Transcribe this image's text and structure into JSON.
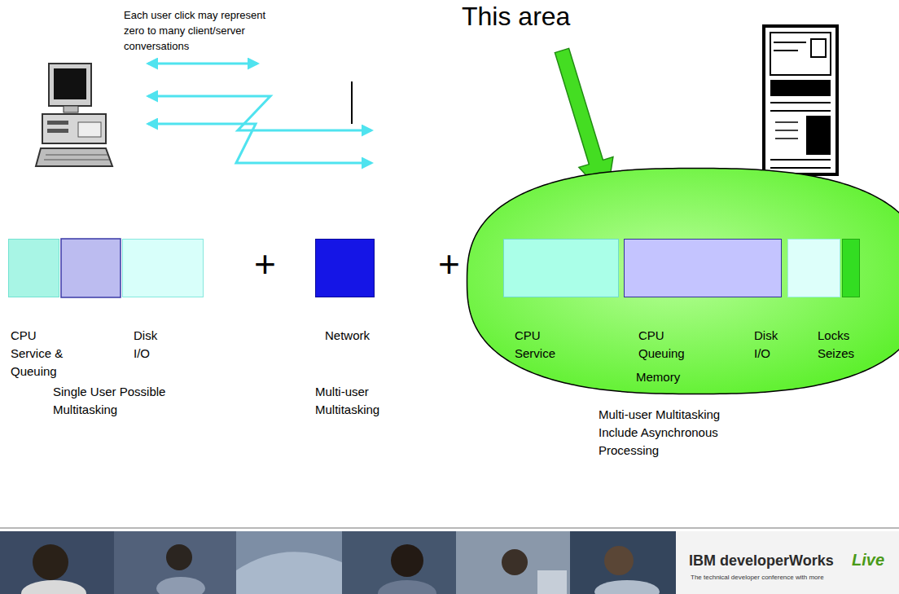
{
  "diagram": {
    "nodes": [
      {
        "text": [
          "CPU Service & Queuing"
        ]
      },
      {
        "text": [
          "Disk I/O"
        ]
      },
      {
        "text": [
          "Network"
        ]
      },
      {
        "text": [
          "Memory",
          "Multi-user Multitasking Include Asynchronous Processing"
        ]
      },
      {
        "text": [
          "CPU Service"
        ],
        "in": 3
      },
      {
        "text": [
          "CPU Queuing"
        ],
        "in": 3
      },
      {
        "text": [
          "Disk I/O"
        ],
        "in": 3
      },
      {
        "text": [
          "Locks Seizes"
        ],
        "in": 3
      }
    ],
    "labels": [
      "Each user click may represent zero to many client/server conversations",
      "This area",
      "+",
      "+",
      "Single User Possible Multitasking",
      "Multi-user Multitasking",
      "IBM developerWorks",
      "Live",
      "The technical developer conference with more"
    ]
  }
}
